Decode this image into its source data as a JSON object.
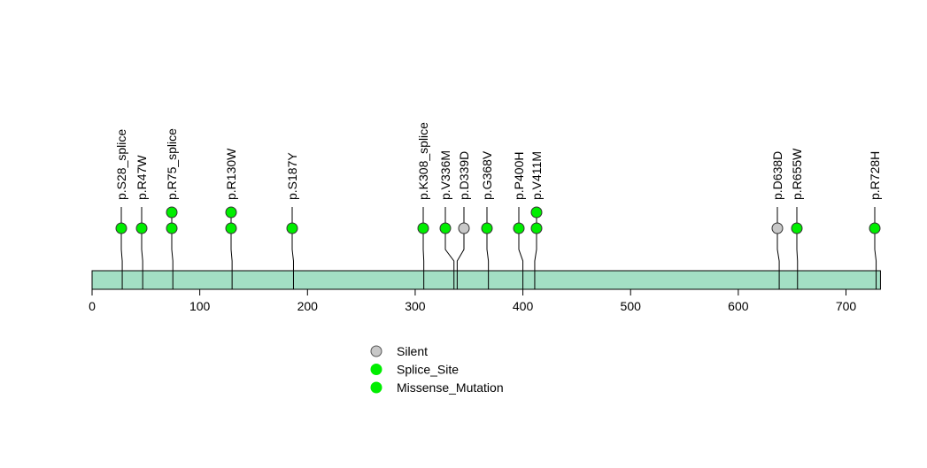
{
  "chart_data": {
    "type": "lollipop",
    "title": "",
    "xlabel": "",
    "protein_length": 732,
    "xlim": [
      0,
      732
    ],
    "x_ticks": [
      0,
      100,
      200,
      300,
      400,
      500,
      600,
      700
    ],
    "bar_color": "#A3DFC4",
    "colors": {
      "Silent": "#C8C8C8",
      "Splice_Site": "#00EE00",
      "Missense_Mutation": "#00EE00"
    },
    "mutations": [
      {
        "label": "p.S28_splice",
        "position": 28,
        "count": 1,
        "type": "Splice_Site"
      },
      {
        "label": "p.R47W",
        "position": 47,
        "count": 1,
        "type": "Missense_Mutation"
      },
      {
        "label": "p.R75_splice",
        "position": 75,
        "count": 2,
        "type": "Splice_Site"
      },
      {
        "label": "p.R130W",
        "position": 130,
        "count": 2,
        "type": "Missense_Mutation"
      },
      {
        "label": "p.S187Y",
        "position": 187,
        "count": 1,
        "type": "Missense_Mutation"
      },
      {
        "label": "p.K308_splice",
        "position": 308,
        "count": 1,
        "type": "Splice_Site"
      },
      {
        "label": "p.V336M",
        "position": 336,
        "count": 1,
        "type": "Missense_Mutation"
      },
      {
        "label": "p.D339D",
        "position": 339,
        "count": 1,
        "type": "Silent"
      },
      {
        "label": "p.G368V",
        "position": 368,
        "count": 1,
        "type": "Missense_Mutation"
      },
      {
        "label": "p.P400H",
        "position": 400,
        "count": 1,
        "type": "Missense_Mutation"
      },
      {
        "label": "p.V411M",
        "position": 411,
        "count": 2,
        "type": "Missense_Mutation"
      },
      {
        "label": "p.D638D",
        "position": 638,
        "count": 1,
        "type": "Silent"
      },
      {
        "label": "p.R655W",
        "position": 655,
        "count": 1,
        "type": "Missense_Mutation"
      },
      {
        "label": "p.R728H",
        "position": 728,
        "count": 1,
        "type": "Missense_Mutation"
      }
    ],
    "legend": {
      "placement": "bottom-center",
      "entries": [
        "Silent",
        "Splice_Site",
        "Missense_Mutation"
      ]
    }
  }
}
